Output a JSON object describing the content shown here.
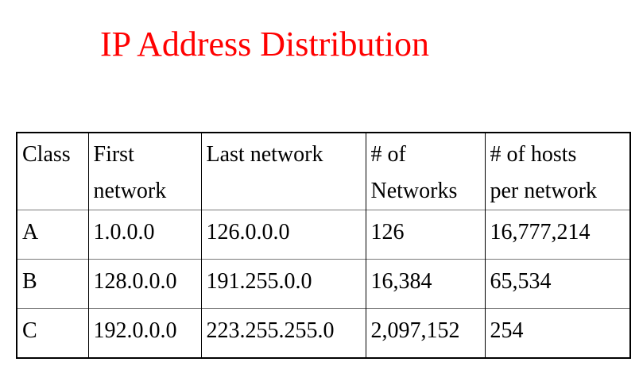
{
  "slide": {
    "title": "IP Address Distribution"
  },
  "colors": {
    "title": "#ff0000",
    "text": "#000000",
    "background": "#ffffff"
  },
  "table": {
    "headers": [
      {
        "lines": [
          "Class"
        ]
      },
      {
        "lines": [
          "First",
          "network"
        ]
      },
      {
        "lines": [
          "Last network"
        ]
      },
      {
        "lines": [
          "# of",
          "Networks"
        ]
      },
      {
        "lines": [
          "# of hosts",
          "per network"
        ]
      }
    ],
    "rows": [
      [
        "A",
        "1.0.0.0",
        "126.0.0.0",
        "126",
        "16,777,214"
      ],
      [
        "B",
        "128.0.0.0",
        "191.255.0.0",
        "16,384",
        "65,534"
      ],
      [
        "C",
        "192.0.0.0",
        "223.255.255.0",
        "2,097,152",
        "254"
      ]
    ]
  }
}
